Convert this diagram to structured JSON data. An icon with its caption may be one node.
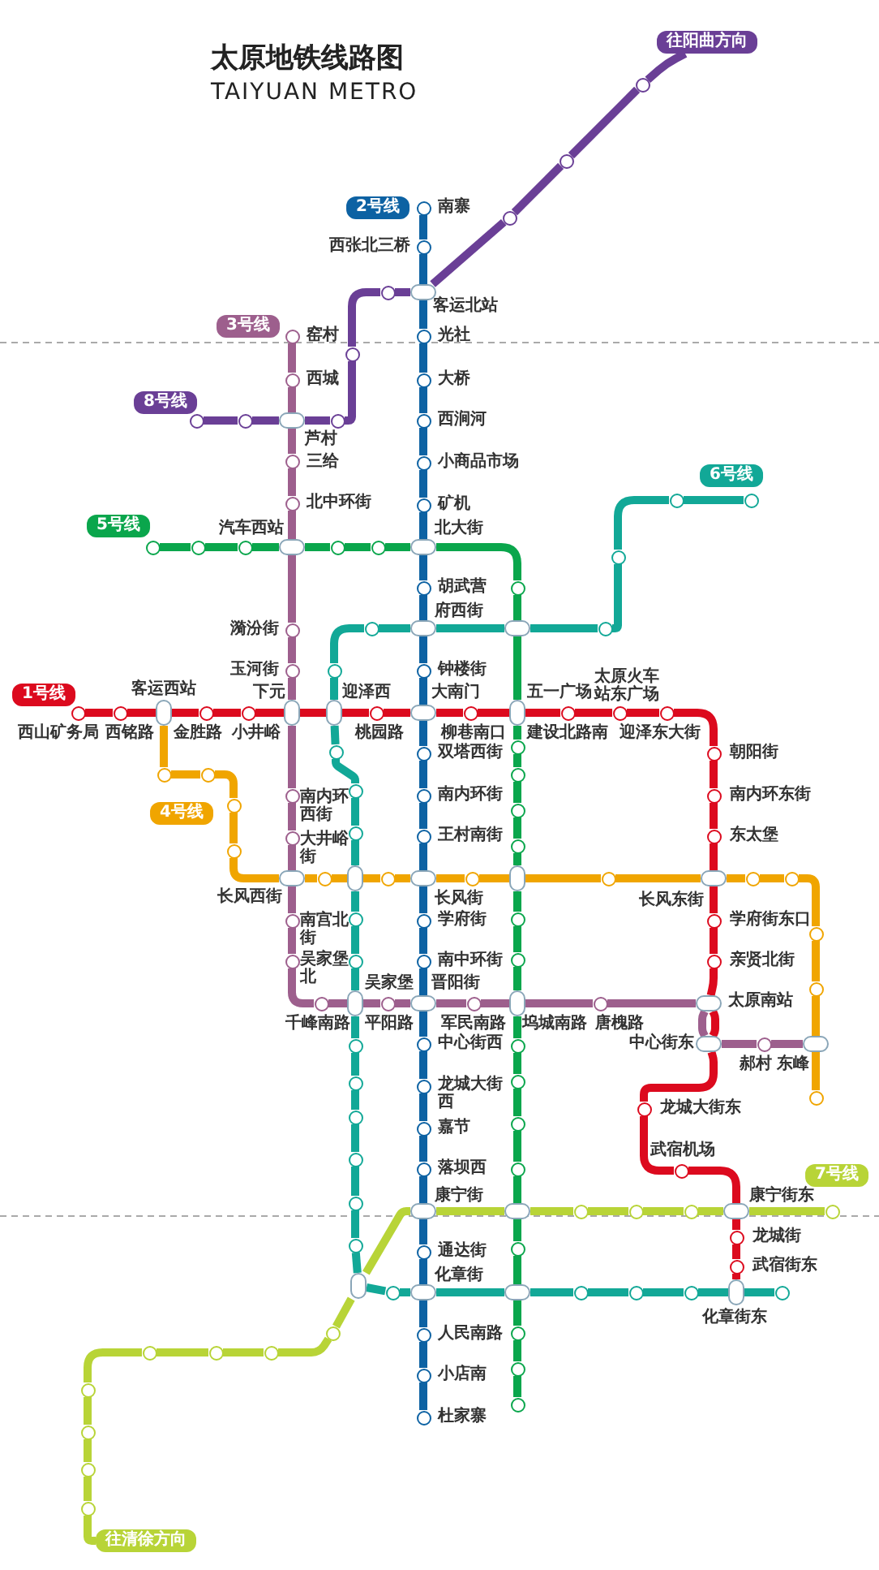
{
  "diagram": {
    "title": "太原地铁线路图",
    "nodes": [
      {
        "text": [
          "2号线"
        ]
      },
      {
        "text": [
          "3号线"
        ]
      },
      {
        "text": [
          "8号线"
        ]
      },
      {
        "text": [
          "5号线"
        ]
      },
      {
        "text": [
          "1号线"
        ]
      },
      {
        "text": [
          "6号线"
        ]
      },
      {
        "text": [
          "4号线"
        ]
      },
      {
        "text": [
          "7号线"
        ]
      },
      {
        "text": [
          "往阳曲方向"
        ]
      },
      {
        "text": [
          "往清徐方向"
        ]
      },
      {
        "text": [],
        "shape": "circle",
        "beside": [
          "南寨"
        ]
      },
      {
        "text": [],
        "shape": "circle",
        "beside": [
          "西张北三桥"
        ]
      },
      {
        "text": [],
        "shape": "box",
        "beside": [
          "客运北站"
        ]
      },
      {
        "text": [],
        "shape": "circle",
        "beside": [
          "光社"
        ]
      },
      {
        "text": [],
        "shape": "circle",
        "beside": [
          "大桥"
        ]
      },
      {
        "text": [],
        "shape": "circle",
        "beside": [
          "西涧河"
        ]
      },
      {
        "text": [],
        "shape": "circle",
        "beside": [
          "小商品市场"
        ]
      },
      {
        "text": [],
        "shape": "circle",
        "beside": [
          "矿机"
        ]
      },
      {
        "text": [],
        "shape": "box",
        "beside": [
          "北大街"
        ]
      },
      {
        "text": [],
        "shape": "circle",
        "beside": [
          "胡武营"
        ]
      },
      {
        "text": [],
        "shape": "box",
        "beside": [
          "府西街"
        ]
      },
      {
        "text": [],
        "shape": "circle",
        "beside": [
          "钟楼街"
        ]
      },
      {
        "text": [],
        "shape": "box",
        "beside": [
          "大南门"
        ]
      },
      {
        "text": [],
        "shape": "circle",
        "beside": [
          "双塔西街"
        ]
      },
      {
        "text": [],
        "shape": "circle",
        "beside": [
          "南内环街"
        ]
      },
      {
        "text": [],
        "shape": "circle",
        "beside": [
          "王村南街"
        ]
      },
      {
        "text": [],
        "shape": "box",
        "beside": [
          "长风街"
        ]
      },
      {
        "text": [],
        "shape": "circle",
        "beside": [
          "学府街"
        ]
      },
      {
        "text": [],
        "shape": "circle",
        "beside": [
          "南中环街"
        ]
      },
      {
        "text": [],
        "shape": "box",
        "beside": [
          "晋阳街"
        ]
      },
      {
        "text": [],
        "shape": "circle",
        "beside": [
          "中心街西"
        ]
      },
      {
        "text": [],
        "shape": "circle",
        "beside": [
          "龙城大街西"
        ]
      },
      {
        "text": [],
        "shape": "circle",
        "beside": [
          "嘉节"
        ]
      },
      {
        "text": [],
        "shape": "circle",
        "beside": [
          "落坝西"
        ]
      },
      {
        "text": [],
        "shape": "box",
        "beside": [
          "康宁街"
        ]
      },
      {
        "text": [],
        "shape": "circle",
        "beside": [
          "通达街"
        ]
      },
      {
        "text": [],
        "shape": "box",
        "beside": [
          "化章街"
        ]
      },
      {
        "text": [],
        "shape": "circle",
        "beside": [
          "人民南路"
        ]
      },
      {
        "text": [],
        "shape": "circle",
        "beside": [
          "小店南"
        ]
      },
      {
        "text": [],
        "shape": "circle",
        "beside": [
          "杜家寨"
        ]
      },
      {
        "text": [],
        "shape": "circle"
      },
      {
        "text": [],
        "shape": "circle"
      },
      {
        "text": [],
        "shape": "circle"
      },
      {
        "text": [],
        "shape": "circle"
      },
      {
        "text": [],
        "shape": "circle"
      },
      {
        "text": [],
        "shape": "circle"
      },
      {
        "text": [],
        "shape": "box",
        "beside": [
          "芦村"
        ]
      },
      {
        "text": [],
        "shape": "circle"
      },
      {
        "text": [],
        "shape": "circle"
      },
      {
        "text": [],
        "shape": "circle",
        "beside": [
          "窑村"
        ]
      },
      {
        "text": [],
        "shape": "circle",
        "beside": [
          "西城"
        ]
      },
      {
        "text": [],
        "shape": "circle",
        "beside": [
          "三给"
        ]
      },
      {
        "text": [],
        "shape": "circle",
        "beside": [
          "北中环街"
        ]
      },
      {
        "text": [],
        "shape": "box",
        "beside": [
          "汽车西站"
        ]
      },
      {
        "text": [],
        "shape": "circle",
        "beside": [
          "漪汾街"
        ]
      },
      {
        "text": [],
        "shape": "circle",
        "beside": [
          "玉河街"
        ]
      },
      {
        "text": [],
        "shape": "box",
        "beside": [
          "下元"
        ]
      },
      {
        "text": [],
        "shape": "circle",
        "beside": [
          "南内环西街"
        ]
      },
      {
        "text": [],
        "shape": "circle",
        "beside": [
          "大井峪街"
        ]
      },
      {
        "text": [],
        "shape": "box",
        "beside": [
          "长风西街"
        ]
      },
      {
        "text": [],
        "shape": "circle",
        "beside": [
          "南宫北街"
        ]
      },
      {
        "text": [],
        "shape": "circle",
        "beside": [
          "吴家堡北"
        ]
      },
      {
        "text": [],
        "shape": "circle",
        "beside": [
          "千峰南路"
        ]
      },
      {
        "text": [],
        "shape": "box",
        "beside": [
          "吴家堡"
        ]
      },
      {
        "text": [],
        "shape": "circle",
        "beside": [
          "平阳路"
        ]
      },
      {
        "text": [],
        "shape": "circle",
        "beside": [
          "军民南路"
        ]
      },
      {
        "text": [],
        "shape": "box",
        "beside": [
          "坞城南路"
        ]
      },
      {
        "text": [],
        "shape": "circle",
        "beside": [
          "唐槐路"
        ]
      },
      {
        "text": [],
        "shape": "box",
        "beside": [
          "太原南站"
        ]
      },
      {
        "text": [],
        "shape": "box",
        "beside": [
          "中心街东"
        ]
      },
      {
        "text": [],
        "shape": "circle",
        "beside": [
          "郝村"
        ]
      },
      {
        "text": [],
        "shape": "box",
        "beside": [
          "东峰"
        ]
      },
      {
        "text": [],
        "shape": "circle"
      },
      {
        "text": [],
        "shape": "circle"
      },
      {
        "text": [],
        "shape": "circle"
      },
      {
        "text": [],
        "shape": "circle"
      },
      {
        "text": [],
        "shape": "circle"
      },
      {
        "text": [],
        "shape": "circle"
      },
      {
        "text": [],
        "shape": "box"
      },
      {
        "text": [],
        "shape": "box",
        "beside": [
          "五一广场"
        ]
      },
      {
        "text": [],
        "shape": "circle"
      },
      {
        "text": [],
        "shape": "circle"
      },
      {
        "text": [],
        "shape": "circle"
      },
      {
        "text": [],
        "shape": "circle"
      },
      {
        "text": [],
        "shape": "box"
      },
      {
        "text": [],
        "shape": "circle"
      },
      {
        "text": [],
        "shape": "circle"
      },
      {
        "text": [],
        "shape": "circle"
      },
      {
        "text": [],
        "shape": "circle"
      },
      {
        "text": [],
        "shape": "circle"
      },
      {
        "text": [],
        "shape": "circle"
      },
      {
        "text": [],
        "shape": "box"
      },
      {
        "text": [],
        "shape": "circle"
      },
      {
        "text": [],
        "shape": "box"
      },
      {
        "text": [],
        "shape": "circle"
      },
      {
        "text": [],
        "shape": "circle"
      },
      {
        "text": [],
        "shape": "circle"
      },
      {
        "text": [],
        "shape": "circle",
        "beside": [
          "西山矿务局"
        ]
      },
      {
        "text": [],
        "shape": "circle",
        "beside": [
          "西铭路"
        ]
      },
      {
        "text": [],
        "shape": "box",
        "beside": [
          "客运西站"
        ]
      },
      {
        "text": [],
        "shape": "circle",
        "beside": [
          "金胜路"
        ]
      },
      {
        "text": [],
        "shape": "circle",
        "beside": [
          "小井峪"
        ]
      },
      {
        "text": [],
        "shape": "box",
        "beside": [
          "迎泽西"
        ]
      },
      {
        "text": [],
        "shape": "circle",
        "beside": [
          "桃园路"
        ]
      },
      {
        "text": [],
        "shape": "circle",
        "beside": [
          "柳巷南口"
        ]
      },
      {
        "text": [],
        "shape": "circle",
        "beside": [
          "建设北路南"
        ]
      },
      {
        "text": [],
        "shape": "circle",
        "beside": [
          "太原火车站东广场"
        ]
      },
      {
        "text": [],
        "shape": "circle",
        "beside": [
          "迎泽东大街"
        ]
      },
      {
        "text": [],
        "shape": "circle",
        "beside": [
          "朝阳街"
        ]
      },
      {
        "text": [],
        "shape": "circle",
        "beside": [
          "南内环东街"
        ]
      },
      {
        "text": [],
        "shape": "circle",
        "beside": [
          "东太堡"
        ]
      },
      {
        "text": [],
        "shape": "box",
        "beside": [
          "长风东街"
        ]
      },
      {
        "text": [],
        "shape": "circle",
        "beside": [
          "学府街东口"
        ]
      },
      {
        "text": [],
        "shape": "circle",
        "beside": [
          "亲贤北街"
        ]
      },
      {
        "text": [],
        "shape": "circle",
        "beside": [
          "龙城大街东"
        ]
      },
      {
        "text": [],
        "shape": "circle",
        "beside": [
          "武宿机场"
        ]
      },
      {
        "text": [],
        "shape": "box",
        "beside": [
          "康宁街东"
        ]
      },
      {
        "text": [],
        "shape": "circle",
        "beside": [
          "龙城街"
        ]
      },
      {
        "text": [],
        "shape": "circle",
        "beside": [
          "武宿街东"
        ]
      },
      {
        "text": [],
        "shape": "box",
        "beside": [
          "化章街东"
        ]
      },
      {
        "text": [],
        "shape": "circle"
      },
      {
        "text": [],
        "shape": "circle"
      },
      {
        "text": [],
        "shape": "circle"
      },
      {
        "text": [],
        "shape": "circle"
      },
      {
        "text": [],
        "shape": "circle"
      },
      {
        "text": [],
        "shape": "circle"
      },
      {
        "text": [],
        "shape": "circle"
      },
      {
        "text": [],
        "shape": "circle"
      },
      {
        "text": [],
        "shape": "circle"
      },
      {
        "text": [],
        "shape": "box"
      },
      {
        "text": [],
        "shape": "circle"
      },
      {
        "text": [],
        "shape": "circle"
      },
      {
        "text": [],
        "shape": "circle"
      },
      {
        "text": [],
        "shape": "circle"
      },
      {
        "text": [],
        "shape": "circle"
      },
      {
        "text": [],
        "shape": "circle"
      },
      {
        "text": [],
        "shape": "circle"
      },
      {
        "text": [],
        "shape": "circle"
      },
      {
        "text": [],
        "shape": "box"
      },
      {
        "text": [],
        "shape": "circle"
      },
      {
        "text": [],
        "shape": "circle"
      },
      {
        "text": [],
        "shape": "circle"
      },
      {
        "text": [],
        "shape": "circle"
      },
      {
        "text": [],
        "shape": "circle"
      },
      {
        "text": [],
        "shape": "circle"
      },
      {
        "text": [],
        "shape": "circle"
      },
      {
        "text": [],
        "shape": "circle"
      },
      {
        "text": [],
        "shape": "circle"
      },
      {
        "text": [],
        "shape": "circle"
      },
      {
        "text": [],
        "shape": "circle"
      },
      {
        "text": [],
        "shape": "circle"
      },
      {
        "text": [],
        "shape": "circle"
      },
      {
        "text": [],
        "shape": "circle"
      },
      {
        "text": [],
        "shape": "circle"
      },
      {
        "text": [],
        "shape": "circle"
      },
      {
        "text": [],
        "shape": "circle"
      },
      {
        "text": [],
        "shape": "circle"
      },
      {
        "text": [],
        "shape": "circle"
      },
      {
        "text": [],
        "shape": "circle"
      },
      {
        "text": [],
        "shape": "circle"
      },
      {
        "text": [],
        "shape": "circle"
      },
      {
        "text": [],
        "shape": "circle"
      },
      {
        "text": [],
        "shape": "circle"
      },
      {
        "text": [],
        "shape": "circle"
      },
      {
        "text": [],
        "shape": "circle"
      },
      {
        "text": [],
        "shape": "circle"
      },
      {
        "text": [],
        "shape": "circle"
      },
      {
        "text": [],
        "shape": "circle"
      },
      {
        "text": [],
        "shape": "circle"
      }
    ],
    "edges": [
      {
        "from": 10,
        "to": 11,
        "arrow": "none",
        "color": "#0d62a3"
      },
      {
        "from": 11,
        "to": 12,
        "arrow": "none",
        "color": "#0d62a3"
      },
      {
        "from": 12,
        "to": 13,
        "arrow": "none",
        "color": "#0d62a3"
      },
      {
        "from": 13,
        "to": 14,
        "arrow": "none",
        "color": "#0d62a3"
      },
      {
        "from": 14,
        "to": 15,
        "arrow": "none",
        "color": "#0d62a3"
      },
      {
        "from": 15,
        "to": 16,
        "arrow": "none",
        "color": "#0d62a3"
      },
      {
        "from": 16,
        "to": 17,
        "arrow": "none",
        "color": "#0d62a3"
      },
      {
        "from": 17,
        "to": 18,
        "arrow": "none",
        "color": "#0d62a3"
      },
      {
        "from": 18,
        "to": 19,
        "arrow": "none",
        "color": "#0d62a3"
      },
      {
        "from": 19,
        "to": 20,
        "arrow": "none",
        "color": "#0d62a3"
      },
      {
        "from": 20,
        "to": 21,
        "arrow": "none",
        "color": "#0d62a3"
      },
      {
        "from": 21,
        "to": 22,
        "arrow": "none",
        "color": "#0d62a3"
      },
      {
        "from": 22,
        "to": 23,
        "arrow": "none",
        "color": "#0d62a3"
      },
      {
        "from": 23,
        "to": 24,
        "arrow": "none",
        "color": "#0d62a3"
      },
      {
        "from": 24,
        "to": 25,
        "arrow": "none",
        "color": "#0d62a3"
      },
      {
        "from": 25,
        "to": 26,
        "arrow": "none",
        "color": "#0d62a3"
      },
      {
        "from": 26,
        "to": 27,
        "arrow": "none",
        "color": "#0d62a3"
      },
      {
        "from": 27,
        "to": 28,
        "arrow": "none",
        "color": "#0d62a3"
      },
      {
        "from": 28,
        "to": 29,
        "arrow": "none",
        "color": "#0d62a3"
      },
      {
        "from": 29,
        "to": 30,
        "arrow": "none",
        "color": "#0d62a3"
      },
      {
        "from": 30,
        "to": 31,
        "arrow": "none",
        "color": "#0d62a3"
      },
      {
        "from": 31,
        "to": 32,
        "arrow": "none",
        "color": "#0d62a3"
      },
      {
        "from": 32,
        "to": 33,
        "arrow": "none",
        "color": "#0d62a3"
      },
      {
        "from": 33,
        "to": 34,
        "arrow": "none",
        "color": "#0d62a3"
      },
      {
        "from": 34,
        "to": 35,
        "arrow": "none",
        "color": "#0d62a3"
      },
      {
        "from": 35,
        "to": 36,
        "arrow": "none",
        "color": "#0d62a3"
      },
      {
        "from": 36,
        "to": 37,
        "arrow": "none",
        "color": "#0d62a3"
      },
      {
        "from": 37,
        "to": 38,
        "arrow": "none",
        "color": "#0d62a3"
      },
      {
        "from": 38,
        "to": 39,
        "arrow": "none",
        "color": "#0d62a3"
      },
      {
        "from": 8,
        "to": 40,
        "arrow": "none",
        "color": "#6a3f96"
      },
      {
        "from": 40,
        "to": 41,
        "arrow": "none",
        "color": "#6a3f96"
      },
      {
        "from": 41,
        "to": 42,
        "arrow": "none",
        "color": "#6a3f96"
      },
      {
        "from": 42,
        "to": 12,
        "arrow": "none",
        "color": "#6a3f96"
      },
      {
        "from": 12,
        "to": 43,
        "arrow": "none",
        "color": "#6a3f96"
      },
      {
        "from": 43,
        "to": 44,
        "arrow": "none",
        "color": "#6a3f96"
      },
      {
        "from": 44,
        "to": 45,
        "arrow": "none",
        "color": "#6a3f96"
      },
      {
        "from": 45,
        "to": 46,
        "arrow": "none",
        "color": "#6a3f96"
      },
      {
        "from": 46,
        "to": 47,
        "arrow": "none",
        "color": "#6a3f96"
      },
      {
        "from": 47,
        "to": 48,
        "arrow": "none",
        "color": "#6a3f96"
      },
      {
        "from": 49,
        "to": 50,
        "arrow": "none",
        "color": "#9d5f8d"
      },
      {
        "from": 50,
        "to": 46,
        "arrow": "none",
        "color": "#9d5f8d"
      },
      {
        "from": 46,
        "to": 51,
        "arrow": "none",
        "color": "#9d5f8d"
      },
      {
        "from": 51,
        "to": 52,
        "arrow": "none",
        "color": "#9d5f8d"
      },
      {
        "from": 52,
        "to": 53,
        "arrow": "none",
        "color": "#9d5f8d"
      },
      {
        "from": 53,
        "to": 54,
        "arrow": "none",
        "color": "#9d5f8d"
      },
      {
        "from": 54,
        "to": 55,
        "arrow": "none",
        "color": "#9d5f8d"
      },
      {
        "from": 55,
        "to": 56,
        "arrow": "none",
        "color": "#9d5f8d"
      },
      {
        "from": 56,
        "to": 57,
        "arrow": "none",
        "color": "#9d5f8d"
      },
      {
        "from": 57,
        "to": 58,
        "arrow": "none",
        "color": "#9d5f8d"
      },
      {
        "from": 58,
        "to": 59,
        "arrow": "none",
        "color": "#9d5f8d"
      },
      {
        "from": 59,
        "to": 60,
        "arrow": "none",
        "color": "#9d5f8d"
      },
      {
        "from": 60,
        "to": 61,
        "arrow": "none",
        "color": "#9d5f8d"
      },
      {
        "from": 61,
        "to": 62,
        "arrow": "none",
        "color": "#9d5f8d"
      },
      {
        "from": 62,
        "to": 63,
        "arrow": "none",
        "color": "#9d5f8d"
      },
      {
        "from": 63,
        "to": 64,
        "arrow": "none",
        "color": "#9d5f8d"
      },
      {
        "from": 64,
        "to": 29,
        "arrow": "none",
        "color": "#9d5f8d"
      },
      {
        "from": 29,
        "to": 65,
        "arrow": "none",
        "color": "#9d5f8d"
      },
      {
        "from": 65,
        "to": 66,
        "arrow": "none",
        "color": "#9d5f8d"
      },
      {
        "from": 66,
        "to": 67,
        "arrow": "none",
        "color": "#9d5f8d"
      },
      {
        "from": 67,
        "to": 68,
        "arrow": "none",
        "color": "#9d5f8d"
      },
      {
        "from": 68,
        "to": 69,
        "arrow": "none",
        "color": "#9d5f8d"
      },
      {
        "from": 69,
        "to": 70,
        "arrow": "none",
        "color": "#9d5f8d"
      },
      {
        "from": 70,
        "to": 71,
        "arrow": "none",
        "color": "#9d5f8d"
      },
      {
        "from": 72,
        "to": 73,
        "arrow": "none",
        "color": "#0aa64c"
      },
      {
        "from": 73,
        "to": 74,
        "arrow": "none",
        "color": "#0aa64c"
      },
      {
        "from": 74,
        "to": 53,
        "arrow": "none",
        "color": "#0aa64c"
      },
      {
        "from": 53,
        "to": 75,
        "arrow": "none",
        "color": "#0aa64c"
      },
      {
        "from": 75,
        "to": 76,
        "arrow": "none",
        "color": "#0aa64c"
      },
      {
        "from": 76,
        "to": 18,
        "arrow": "none",
        "color": "#0aa64c"
      },
      {
        "from": 18,
        "to": 77,
        "arrow": "none",
        "color": "#0aa64c"
      },
      {
        "from": 77,
        "to": 78,
        "arrow": "none",
        "color": "#0aa64c"
      },
      {
        "from": 78,
        "to": 79,
        "arrow": "none",
        "color": "#0aa64c"
      },
      {
        "from": 79,
        "to": 80,
        "arrow": "none",
        "color": "#0aa64c"
      },
      {
        "from": 80,
        "to": 81,
        "arrow": "none",
        "color": "#0aa64c"
      },
      {
        "from": 81,
        "to": 82,
        "arrow": "none",
        "color": "#0aa64c"
      },
      {
        "from": 82,
        "to": 83,
        "arrow": "none",
        "color": "#0aa64c"
      },
      {
        "from": 83,
        "to": 84,
        "arrow": "none",
        "color": "#0aa64c"
      },
      {
        "from": 84,
        "to": 85,
        "arrow": "none",
        "color": "#0aa64c"
      },
      {
        "from": 85,
        "to": 86,
        "arrow": "none",
        "color": "#0aa64c"
      },
      {
        "from": 86,
        "to": 66,
        "arrow": "none",
        "color": "#0aa64c"
      },
      {
        "from": 66,
        "to": 87,
        "arrow": "none",
        "color": "#0aa64c"
      },
      {
        "from": 87,
        "to": 88,
        "arrow": "none",
        "color": "#0aa64c"
      },
      {
        "from": 88,
        "to": 89,
        "arrow": "none",
        "color": "#0aa64c"
      },
      {
        "from": 89,
        "to": 90,
        "arrow": "none",
        "color": "#0aa64c"
      },
      {
        "from": 90,
        "to": 91,
        "arrow": "none",
        "color": "#0aa64c"
      },
      {
        "from": 91,
        "to": 92,
        "arrow": "none",
        "color": "#0aa64c"
      },
      {
        "from": 92,
        "to": 93,
        "arrow": "none",
        "color": "#0aa64c"
      },
      {
        "from": 93,
        "to": 94,
        "arrow": "none",
        "color": "#0aa64c"
      },
      {
        "from": 94,
        "to": 95,
        "arrow": "none",
        "color": "#0aa64c"
      },
      {
        "from": 95,
        "to": 96,
        "arrow": "none",
        "color": "#0aa64c"
      },
      {
        "from": 97,
        "to": 98,
        "arrow": "none",
        "color": "#dc0a1e"
      },
      {
        "from": 98,
        "to": 99,
        "arrow": "none",
        "color": "#dc0a1e"
      },
      {
        "from": 99,
        "to": 100,
        "arrow": "none",
        "color": "#dc0a1e"
      },
      {
        "from": 100,
        "to": 101,
        "arrow": "none",
        "color": "#dc0a1e"
      },
      {
        "from": 101,
        "to": 56,
        "arrow": "none",
        "color": "#dc0a1e"
      },
      {
        "from": 56,
        "to": 102,
        "arrow": "none",
        "color": "#dc0a1e"
      },
      {
        "from": 102,
        "to": 103,
        "arrow": "none",
        "color": "#dc0a1e"
      },
      {
        "from": 103,
        "to": 22,
        "arrow": "none",
        "color": "#dc0a1e"
      },
      {
        "from": 22,
        "to": 104,
        "arrow": "none",
        "color": "#dc0a1e"
      },
      {
        "from": 104,
        "to": 79,
        "arrow": "none",
        "color": "#dc0a1e"
      },
      {
        "from": 79,
        "to": 105,
        "arrow": "none",
        "color": "#dc0a1e"
      },
      {
        "from": 105,
        "to": 106,
        "arrow": "none",
        "color": "#dc0a1e"
      },
      {
        "from": 106,
        "to": 107,
        "arrow": "none",
        "color": "#dc0a1e"
      },
      {
        "from": 107,
        "to": 108,
        "arrow": "none",
        "color": "#dc0a1e"
      },
      {
        "from": 108,
        "to": 109,
        "arrow": "none",
        "color": "#dc0a1e"
      },
      {
        "from": 109,
        "to": 110,
        "arrow": "none",
        "color": "#dc0a1e"
      },
      {
        "from": 110,
        "to": 111,
        "arrow": "none",
        "color": "#dc0a1e"
      },
      {
        "from": 111,
        "to": 112,
        "arrow": "none",
        "color": "#dc0a1e"
      },
      {
        "from": 112,
        "to": 113,
        "arrow": "none",
        "color": "#dc0a1e"
      },
      {
        "from": 113,
        "to": 68,
        "arrow": "none",
        "color": "#dc0a1e"
      },
      {
        "from": 68,
        "to": 69,
        "arrow": "none",
        "color": "#dc0a1e"
      },
      {
        "from": 69,
        "to": 114,
        "arrow": "none",
        "color": "#dc0a1e"
      },
      {
        "from": 114,
        "to": 115,
        "arrow": "none",
        "color": "#dc0a1e"
      },
      {
        "from": 115,
        "to": 116,
        "arrow": "none",
        "color": "#dc0a1e"
      },
      {
        "from": 116,
        "to": 117,
        "arrow": "none",
        "color": "#dc0a1e"
      },
      {
        "from": 117,
        "to": 118,
        "arrow": "none",
        "color": "#dc0a1e"
      },
      {
        "from": 118,
        "to": 119,
        "arrow": "none",
        "color": "#dc0a1e"
      },
      {
        "from": 120,
        "to": 121,
        "arrow": "none",
        "color": "#12a897"
      },
      {
        "from": 121,
        "to": 122,
        "arrow": "none",
        "color": "#12a897"
      },
      {
        "from": 122,
        "to": 123,
        "arrow": "none",
        "color": "#12a897"
      },
      {
        "from": 123,
        "to": 78,
        "arrow": "none",
        "color": "#12a897"
      },
      {
        "from": 78,
        "to": 20,
        "arrow": "none",
        "color": "#12a897"
      },
      {
        "from": 20,
        "to": 124,
        "arrow": "none",
        "color": "#12a897"
      },
      {
        "from": 124,
        "to": 125,
        "arrow": "none",
        "color": "#12a897"
      },
      {
        "from": 125,
        "to": 102,
        "arrow": "none",
        "color": "#12a897"
      },
      {
        "from": 102,
        "to": 126,
        "arrow": "none",
        "color": "#12a897"
      },
      {
        "from": 126,
        "to": 127,
        "arrow": "none",
        "color": "#12a897"
      },
      {
        "from": 127,
        "to": 128,
        "arrow": "none",
        "color": "#12a897"
      },
      {
        "from": 128,
        "to": 129,
        "arrow": "none",
        "color": "#12a897"
      },
      {
        "from": 129,
        "to": 130,
        "arrow": "none",
        "color": "#12a897"
      },
      {
        "from": 130,
        "to": 131,
        "arrow": "none",
        "color": "#12a897"
      },
      {
        "from": 131,
        "to": 63,
        "arrow": "none",
        "color": "#12a897"
      },
      {
        "from": 63,
        "to": 132,
        "arrow": "none",
        "color": "#12a897"
      },
      {
        "from": 132,
        "to": 133,
        "arrow": "none",
        "color": "#12a897"
      },
      {
        "from": 133,
        "to": 134,
        "arrow": "none",
        "color": "#12a897"
      },
      {
        "from": 134,
        "to": 135,
        "arrow": "none",
        "color": "#12a897"
      },
      {
        "from": 135,
        "to": 136,
        "arrow": "none",
        "color": "#12a897"
      },
      {
        "from": 136,
        "to": 137,
        "arrow": "none",
        "color": "#12a897"
      },
      {
        "from": 137,
        "to": 138,
        "arrow": "none",
        "color": "#12a897"
      },
      {
        "from": 138,
        "to": 139,
        "arrow": "none",
        "color": "#12a897"
      },
      {
        "from": 139,
        "to": 36,
        "arrow": "none",
        "color": "#12a897"
      },
      {
        "from": 36,
        "to": 93,
        "arrow": "none",
        "color": "#12a897"
      },
      {
        "from": 93,
        "to": 140,
        "arrow": "none",
        "color": "#12a897"
      },
      {
        "from": 140,
        "to": 141,
        "arrow": "none",
        "color": "#12a897"
      },
      {
        "from": 141,
        "to": 142,
        "arrow": "none",
        "color": "#12a897"
      },
      {
        "from": 142,
        "to": 119,
        "arrow": "none",
        "color": "#12a897"
      },
      {
        "from": 119,
        "to": 143,
        "arrow": "none",
        "color": "#12a897"
      },
      {
        "from": 99,
        "to": 144,
        "arrow": "none",
        "color": "#f0a500"
      },
      {
        "from": 144,
        "to": 145,
        "arrow": "none",
        "color": "#f0a500"
      },
      {
        "from": 145,
        "to": 146,
        "arrow": "none",
        "color": "#f0a500"
      },
      {
        "from": 146,
        "to": 147,
        "arrow": "none",
        "color": "#f0a500"
      },
      {
        "from": 147,
        "to": 59,
        "arrow": "none",
        "color": "#f0a500"
      },
      {
        "from": 59,
        "to": 148,
        "arrow": "none",
        "color": "#f0a500"
      },
      {
        "from": 148,
        "to": 129,
        "arrow": "none",
        "color": "#f0a500"
      },
      {
        "from": 129,
        "to": 149,
        "arrow": "none",
        "color": "#f0a500"
      },
      {
        "from": 149,
        "to": 26,
        "arrow": "none",
        "color": "#f0a500"
      },
      {
        "from": 26,
        "to": 150,
        "arrow": "none",
        "color": "#f0a500"
      },
      {
        "from": 150,
        "to": 84,
        "arrow": "none",
        "color": "#f0a500"
      },
      {
        "from": 84,
        "to": 151,
        "arrow": "none",
        "color": "#f0a500"
      },
      {
        "from": 151,
        "to": 111,
        "arrow": "none",
        "color": "#f0a500"
      },
      {
        "from": 111,
        "to": 152,
        "arrow": "none",
        "color": "#f0a500"
      },
      {
        "from": 152,
        "to": 153,
        "arrow": "none",
        "color": "#f0a500"
      },
      {
        "from": 153,
        "to": 154,
        "arrow": "none",
        "color": "#f0a500"
      },
      {
        "from": 154,
        "to": 155,
        "arrow": "none",
        "color": "#f0a500"
      },
      {
        "from": 155,
        "to": 71,
        "arrow": "none",
        "color": "#f0a500"
      },
      {
        "from": 71,
        "to": 156,
        "arrow": "none",
        "color": "#f0a500"
      },
      {
        "from": 157,
        "to": 116,
        "arrow": "none",
        "color": "#b8d437"
      },
      {
        "from": 116,
        "to": 158,
        "arrow": "none",
        "color": "#b8d437"
      },
      {
        "from": 158,
        "to": 159,
        "arrow": "none",
        "color": "#b8d437"
      },
      {
        "from": 159,
        "to": 160,
        "arrow": "none",
        "color": "#b8d437"
      },
      {
        "from": 160,
        "to": 91,
        "arrow": "none",
        "color": "#b8d437"
      },
      {
        "from": 91,
        "to": 34,
        "arrow": "none",
        "color": "#b8d437"
      },
      {
        "from": 34,
        "to": 138,
        "arrow": "none",
        "color": "#b8d437"
      },
      {
        "from": 138,
        "to": 161,
        "arrow": "none",
        "color": "#b8d437"
      },
      {
        "from": 161,
        "to": 162,
        "arrow": "none",
        "color": "#b8d437"
      },
      {
        "from": 162,
        "to": 163,
        "arrow": "none",
        "color": "#b8d437"
      },
      {
        "from": 163,
        "to": 164,
        "arrow": "none",
        "color": "#b8d437"
      },
      {
        "from": 164,
        "to": 165,
        "arrow": "none",
        "color": "#b8d437"
      },
      {
        "from": 165,
        "to": 166,
        "arrow": "none",
        "color": "#b8d437"
      },
      {
        "from": 166,
        "to": 167,
        "arrow": "none",
        "color": "#b8d437"
      },
      {
        "from": 167,
        "to": 168,
        "arrow": "none",
        "color": "#b8d437"
      },
      {
        "from": 168,
        "to": 9,
        "arrow": "none",
        "color": "#b8d437"
      }
    ],
    "labels": [
      "TAIYUAN METRO"
    ]
  }
}
